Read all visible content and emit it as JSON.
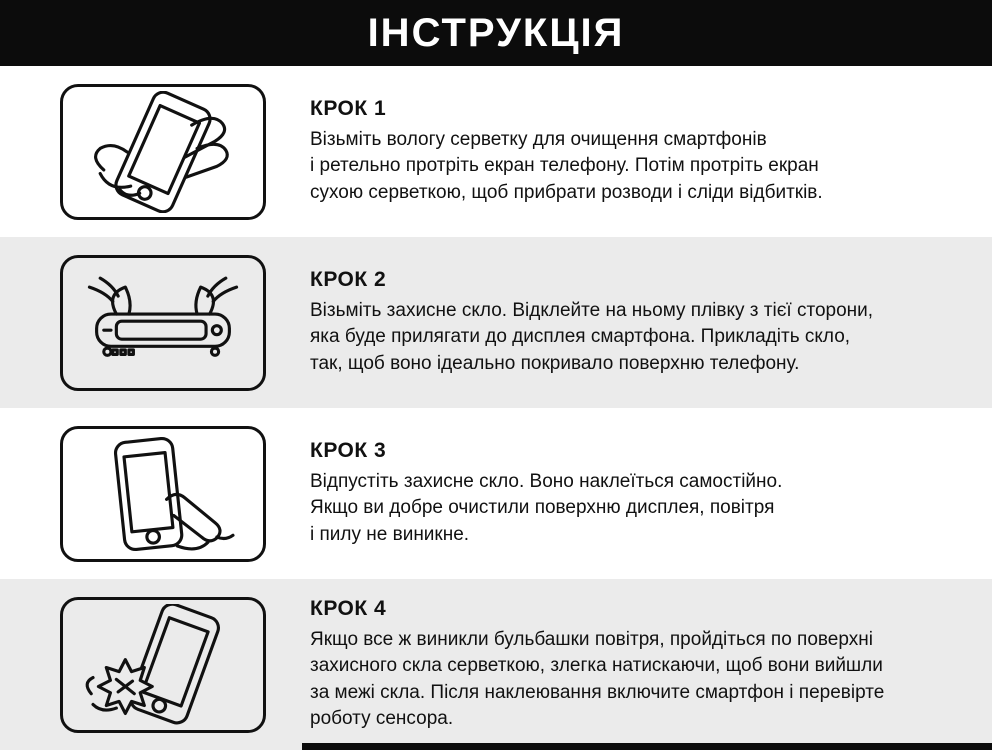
{
  "header": {
    "title": "ІНСТРУКЦІЯ"
  },
  "steps": [
    {
      "title": "КРОК 1",
      "body": "Візьміть вологу серветку для очищення смартфонів\nі ретельно протріть екран телефону. Потім протріть екран\nсухою серветкою, щоб прибрати розводи і сліди відбитків.",
      "icon": "wipe-phone-icon"
    },
    {
      "title": "КРОК 2",
      "body": "Візьміть захисне скло. Відклейте на ньому плівку з тієї сторони,\nяка буде прилягати до дисплея смартфона. Прикладіть скло,\nтак, щоб воно ідеально покривало поверхню телефону.",
      "icon": "peel-film-icon"
    },
    {
      "title": "КРОК 3",
      "body": "Відпустіть захисне скло. Воно наклеїться самостійно.\nЯкщо ви добре очистили поверхню дисплея, повітря\nі пилу не виникне.",
      "icon": "apply-glass-icon"
    },
    {
      "title": "КРОК 4",
      "body": "Якщо все ж виникли бульбашки повітря, пройдіться по поверхні\nзахисного скла серветкою, злегка натискаючи, щоб вони вийшли\nза межі скла. Після наклеювання включите смартфон і перевірте\nроботу сенсора.",
      "icon": "smooth-bubbles-icon"
    }
  ],
  "colors": {
    "header_bg": "#0c0c0c",
    "band_bg": "#ebebeb",
    "ink": "#111111"
  }
}
